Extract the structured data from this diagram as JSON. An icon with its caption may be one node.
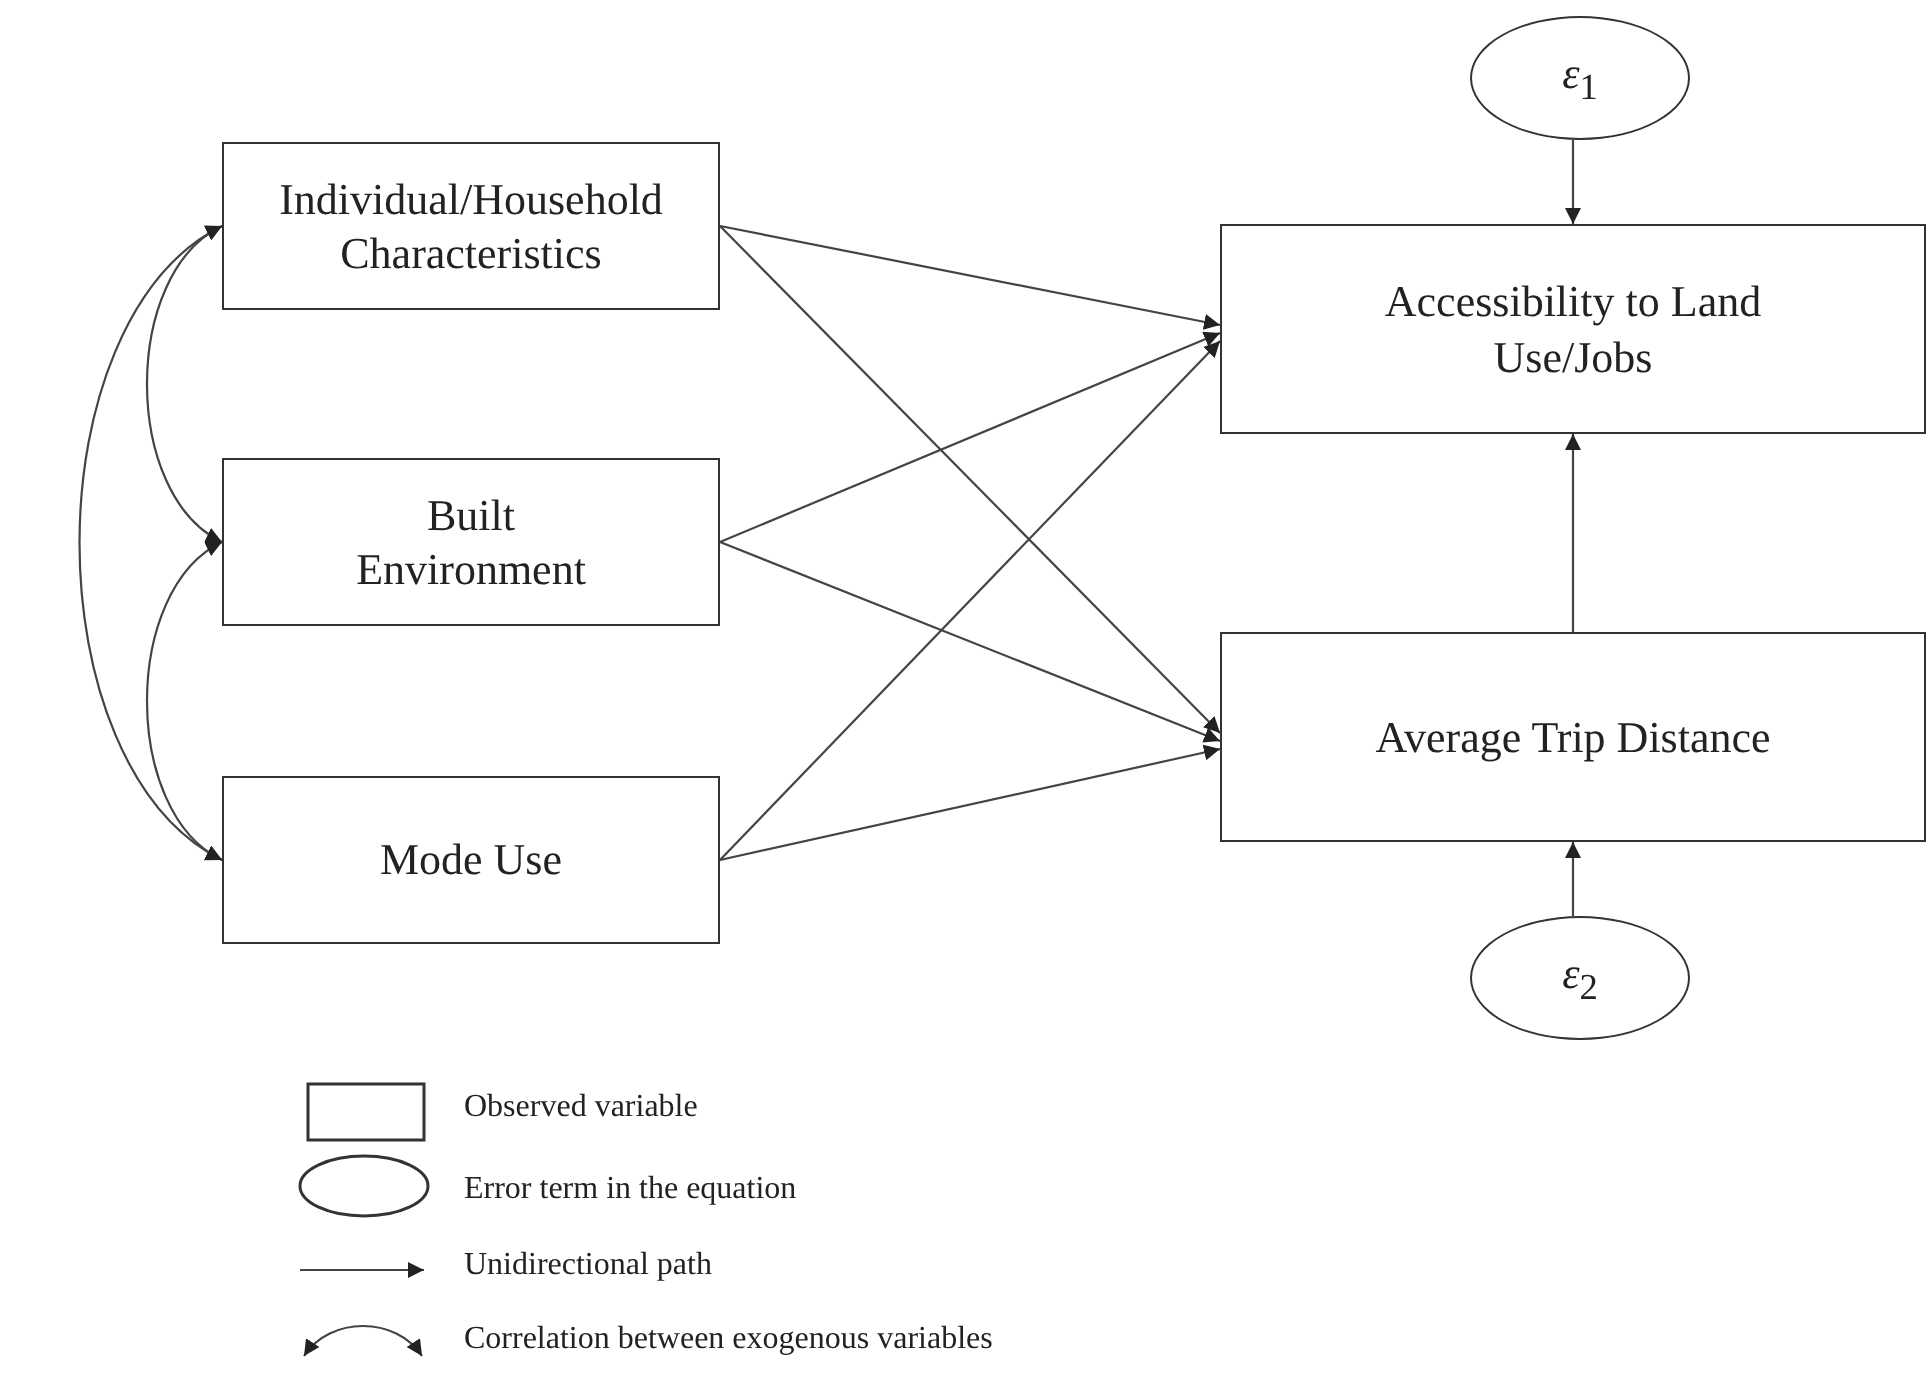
{
  "diagram": {
    "nodes": [
      {
        "text": [
          "Individual/Household Characteristics"
        ]
      },
      {
        "text": [
          "Built Environment"
        ]
      },
      {
        "text": [
          "Mode Use"
        ]
      },
      {
        "text": [
          "*ε*$_{1}$"
        ]
      },
      {
        "text": [
          "Accessibility to Land Use/Jobs"
        ]
      },
      {
        "text": [
          "Average Trip Distance"
        ]
      },
      {
        "text": [
          "*ε*$_{2}$"
        ]
      }
    ],
    "edges": [
      {
        "from": 0,
        "to": 4,
        "arrow": "to"
      },
      {
        "from": 0,
        "to": 5,
        "arrow": "to"
      },
      {
        "from": 1,
        "to": 4,
        "arrow": "to"
      },
      {
        "from": 1,
        "to": 5,
        "arrow": "to"
      },
      {
        "from": 2,
        "to": 4,
        "arrow": "to"
      },
      {
        "from": 2,
        "to": 5,
        "arrow": "to"
      },
      {
        "from": 3,
        "to": 4,
        "arrow": "to"
      },
      {
        "from": 5,
        "to": 4,
        "arrow": "to"
      },
      {
        "from": 6,
        "to": 5,
        "arrow": "to"
      },
      {
        "from": 0,
        "to": 1,
        "arrow": "both"
      },
      {
        "from": 1,
        "to": 2,
        "arrow": "both"
      },
      {
        "from": 0,
        "to": 2,
        "arrow": "both"
      }
    ],
    "legend": [
      {
        "text": "Observed variable"
      },
      {
        "text": "Error term in the equation"
      },
      {
        "text": "Unidirectional path"
      },
      {
        "text": "Correlation between exogenous variables"
      }
    ]
  }
}
